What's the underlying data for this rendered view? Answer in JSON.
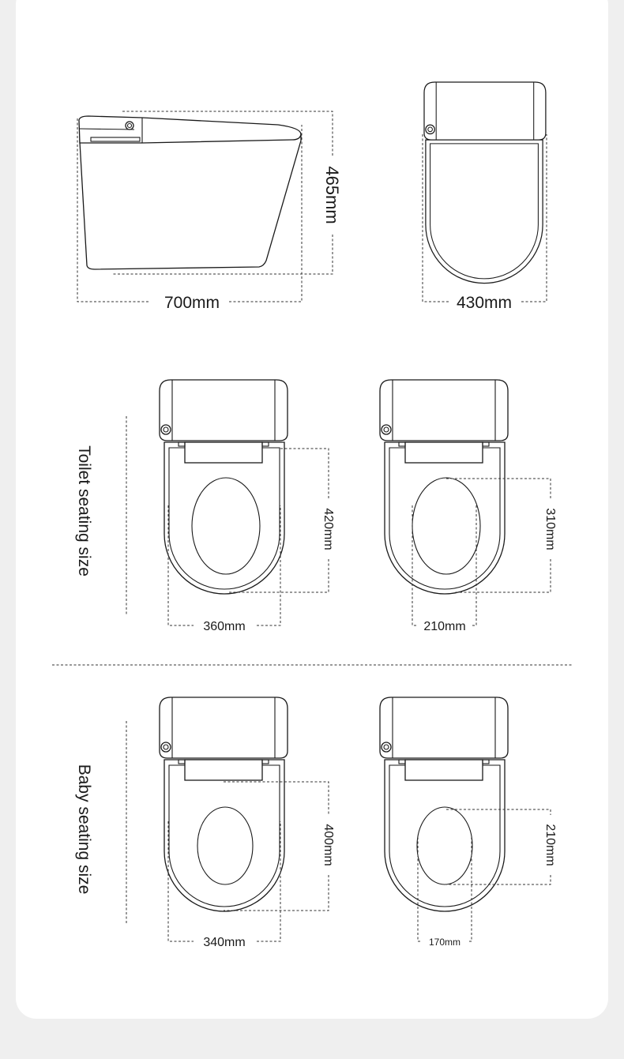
{
  "overview": {
    "height_label": "465mm",
    "length_label": "700mm",
    "width_label": "430mm"
  },
  "toilet_seating": {
    "section_label": "Toilet seating size",
    "outer_length_label": "420mm",
    "outer_width_label": "360mm",
    "hole_length_label": "310mm",
    "hole_width_label": "210mm"
  },
  "baby_seating": {
    "section_label": "Baby seating size",
    "outer_length_label": "400mm",
    "outer_width_label": "340mm",
    "hole_length_label": "210mm",
    "hole_width_label": "170mm"
  },
  "colors": {
    "line": "#1a1a1a",
    "background": "#efefef",
    "card": "#ffffff"
  }
}
